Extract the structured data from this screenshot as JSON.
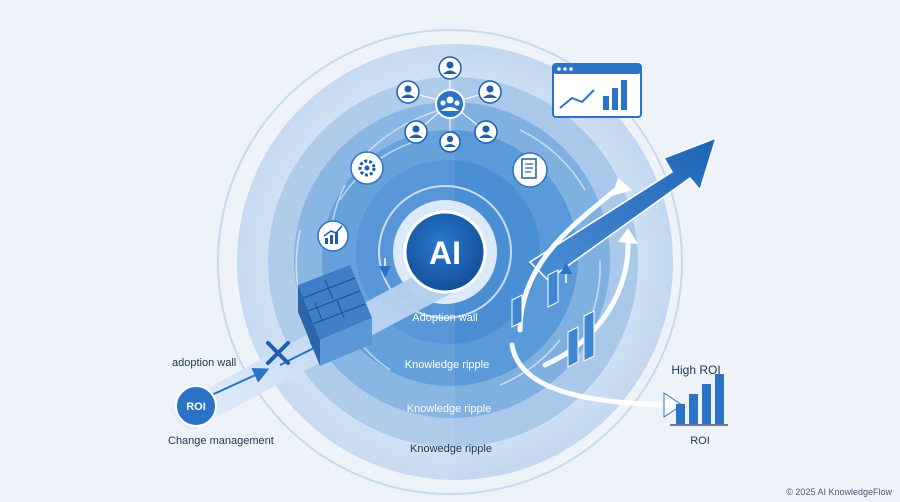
{
  "center": {
    "label": "AI"
  },
  "rings": {
    "adoption_wall": "Adoption wall",
    "ripple_1": "Knowledge ripple",
    "ripple_2": "Knowledge ripple",
    "ripple_3": "Knowedge ripple"
  },
  "left": {
    "adoption_wall_label": "adoption wall",
    "roi_badge": "ROI",
    "change_management": "Change management"
  },
  "right": {
    "high_roi": "High ROI",
    "roi": "ROI"
  },
  "footer": {
    "copyright": "© 2025 AI KnowledgeFlow"
  },
  "icons": [
    "person-icon",
    "team-icon",
    "person-icon",
    "person-icon",
    "person-icon",
    "person-icon",
    "person-icon",
    "gear-icon",
    "document-icon",
    "growth-chart-icon",
    "analytics-dashboard-icon",
    "brick-wall-icon",
    "blocked-x-icon"
  ],
  "colors": {
    "background": "#eef3fa",
    "ring_outer": "#bcd4ee",
    "ring_mid": "#7fb0e0",
    "ring_inner": "#3f86d0",
    "core": "#1d5fae",
    "accent": "#2a73c6",
    "text_dark": "#1f3550"
  }
}
